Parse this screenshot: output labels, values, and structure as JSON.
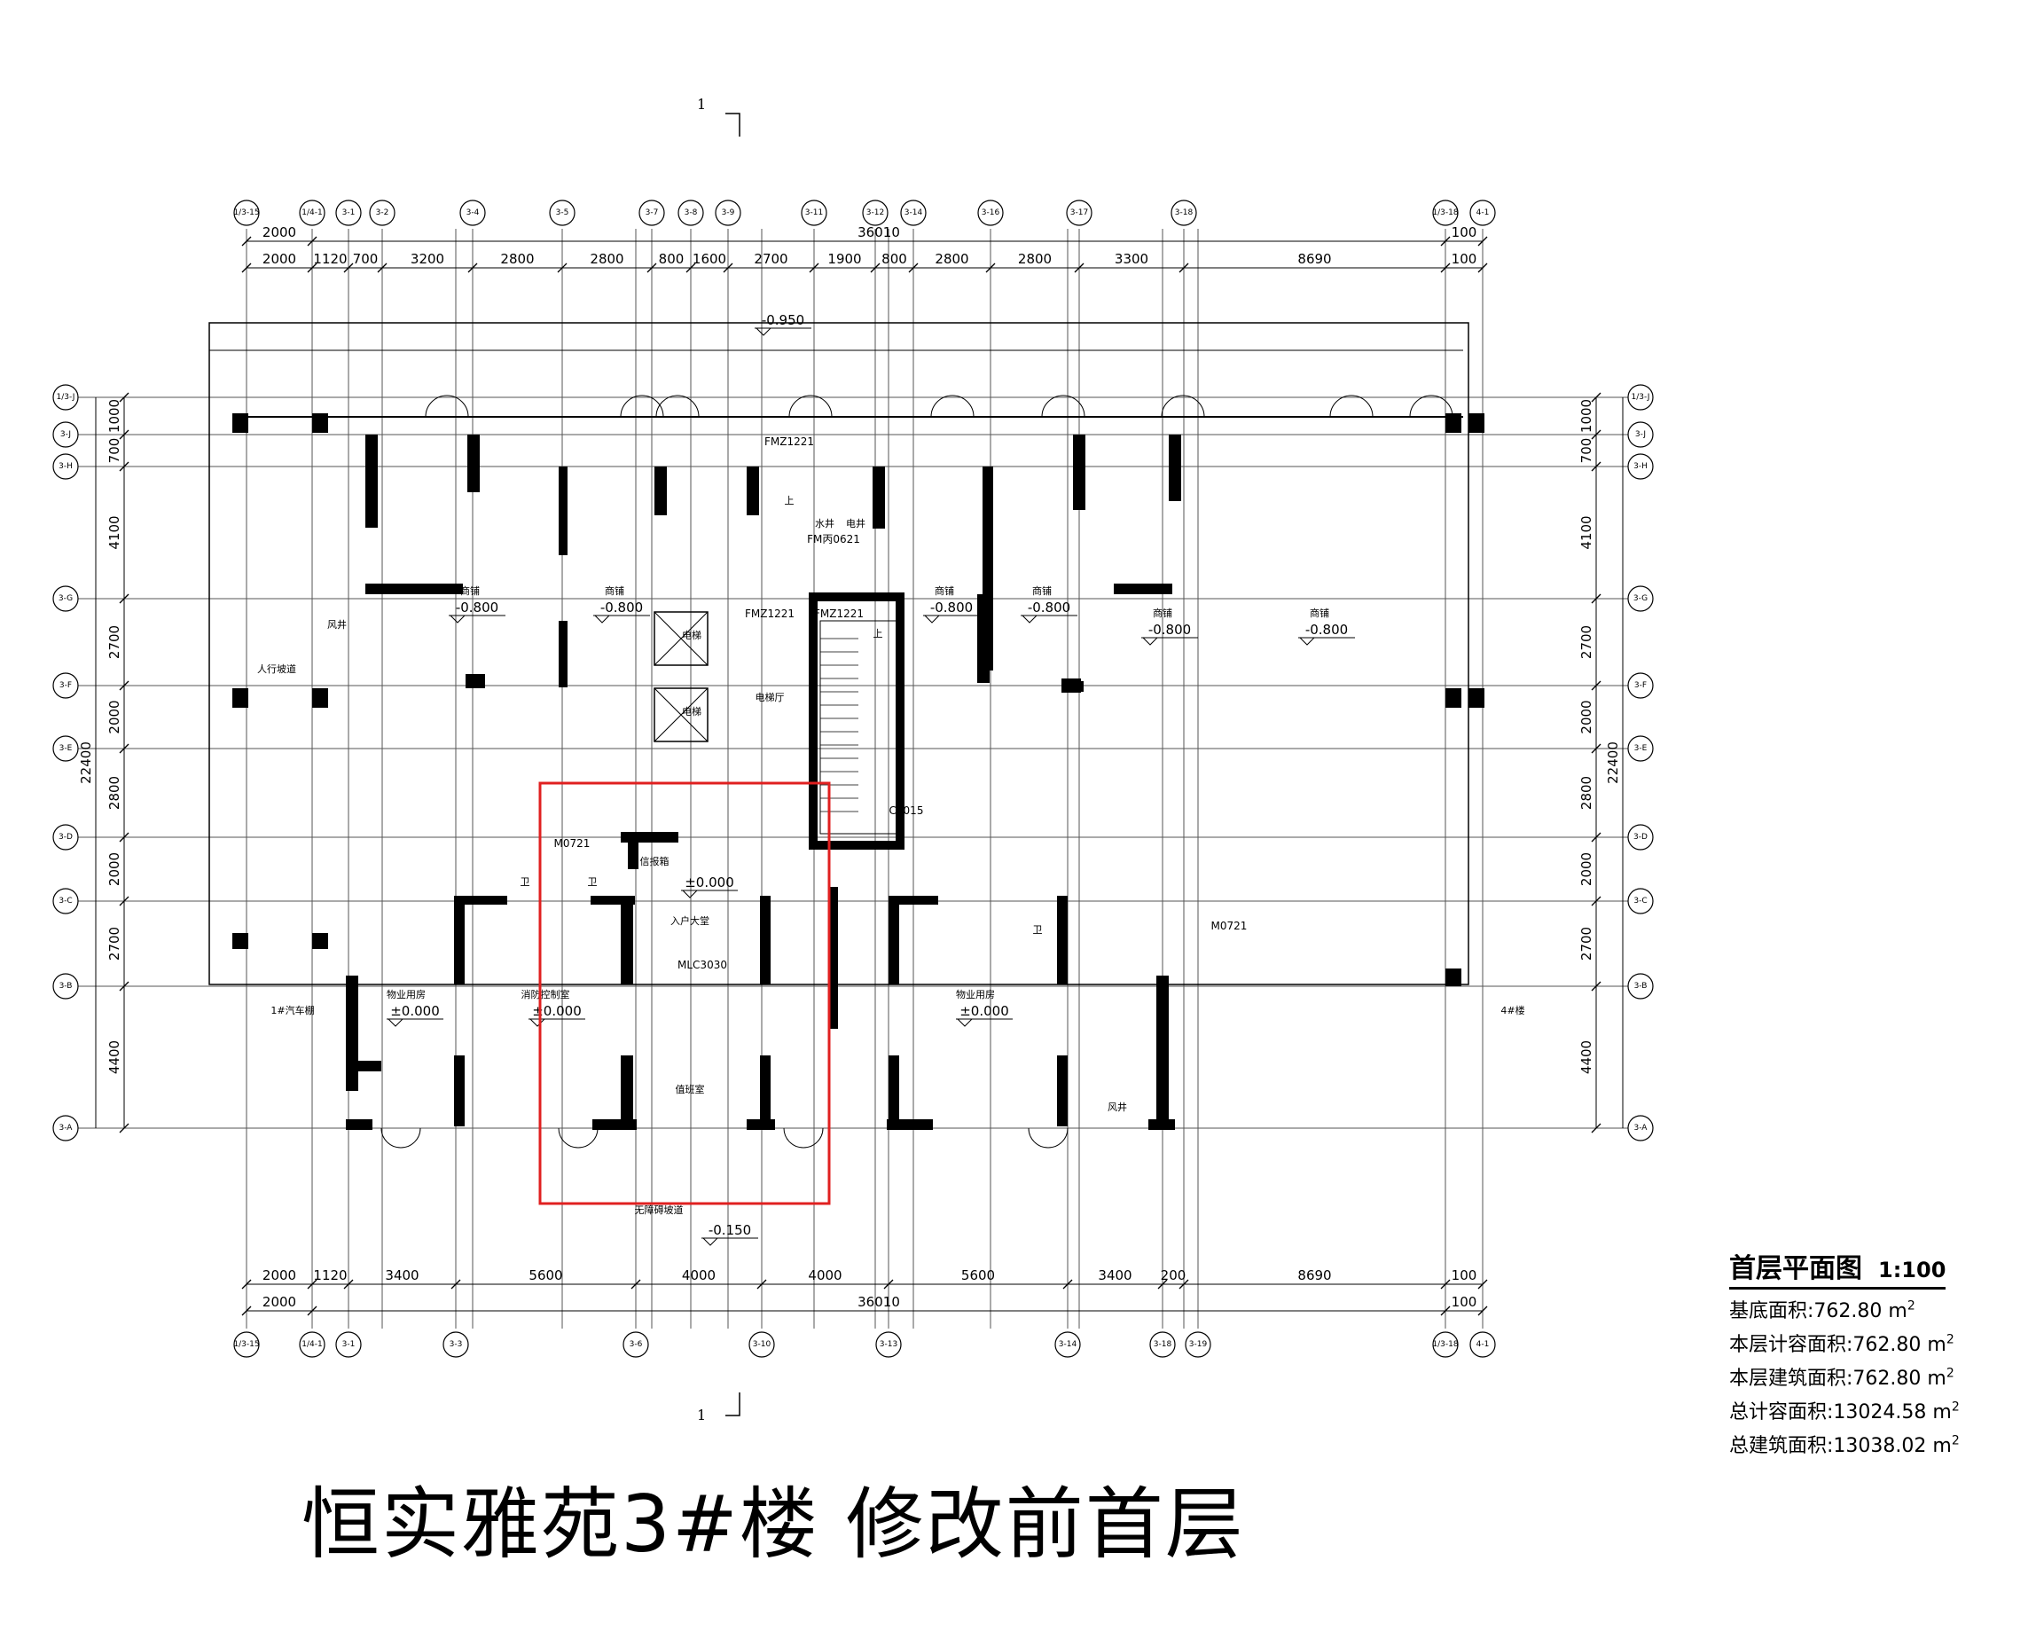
{
  "title": "恒实雅苑3#楼 修改前首层",
  "legend": {
    "drawing_title": "首层平面图",
    "scale": "1:100",
    "rows": [
      {
        "label": "基底面积:",
        "value": "762.80",
        "unit": "m",
        "sup": "2"
      },
      {
        "label": "本层计容面积:",
        "value": "762.80",
        "unit": "m",
        "sup": "2"
      },
      {
        "label": "本层建筑面积:",
        "value": "762.80",
        "unit": "m",
        "sup": "2"
      },
      {
        "label": "总计容面积:",
        "value": "13024.58",
        "unit": "m",
        "sup": "2"
      },
      {
        "label": "总建筑面积:",
        "value": "13038.02",
        "unit": "m",
        "sup": "2"
      }
    ]
  },
  "section_marks": [
    "1",
    "1"
  ],
  "top_axes": [
    "1/3-15",
    "1/4-1",
    "3-1",
    "3-2",
    "3-4",
    "3-5",
    "3-7",
    "3-8",
    "3-9",
    "3-11",
    "3-12",
    "3-14",
    "3-16",
    "3-17",
    "3-18",
    "1/3-18",
    "4-1"
  ],
  "bottom_axes": [
    "1/3-15",
    "1/4-1",
    "3-1",
    "3-3",
    "3-6",
    "3-10",
    "3-13",
    "3-14",
    "3-18",
    "3-19",
    "1/3-18",
    "4-1"
  ],
  "left_axes": [
    "1/3-J",
    "3-J",
    "3-H",
    "3-G",
    "3-F",
    "3-E",
    "3-D",
    "3-C",
    "3-B",
    "3-A"
  ],
  "right_axes": [
    "1/3-J",
    "3-J",
    "3-H",
    "3-G",
    "3-F",
    "3-E",
    "3-D",
    "3-C",
    "3-B",
    "3-A"
  ],
  "dims": {
    "top_total": [
      "2000",
      "36010",
      "100"
    ],
    "top_detail": [
      "2000",
      "1120",
      "700",
      "3200",
      "2800",
      "2800",
      "800",
      "1600",
      "2700",
      "1900",
      "800",
      "2800",
      "2800",
      "3300",
      "8690",
      "100"
    ],
    "bottom_detail": [
      "2000",
      "1120",
      "3400",
      "5600",
      "4000",
      "4000",
      "5600",
      "3400",
      "200",
      "8690",
      "100"
    ],
    "bottom_total": [
      "2000",
      "36010",
      "100"
    ],
    "vertical_detail": [
      "1000",
      "700",
      "4100",
      "2700",
      "2000",
      "2800",
      "2000",
      "2700",
      "4400"
    ],
    "vertical_total": "22400"
  },
  "elevations": {
    "outside_top": "-0.950",
    "shop": "-0.800",
    "zero": "±0.000",
    "outside_bottom": "-0.150"
  },
  "labels": {
    "shop": "商铺",
    "elevator_hall": "电梯厅",
    "elevator": "电梯",
    "lobby": "入户大堂",
    "mlc": "MLC3030",
    "duty": "值班室",
    "property": "物业用房",
    "fire_control": "消防控制室",
    "fm1": "FMZ1221",
    "fm_top": "FMZ1221",
    "m0721": "M0721",
    "c1015": "C1015",
    "fm_shaft": "FM丙0621",
    "water": "水井",
    "electric": "电井",
    "wind": "风井",
    "wc": "卫",
    "parking": "1#汽车棚",
    "parking4": "4#楼",
    "slope": "人行坡道",
    "mailbox": "信报箱",
    "ramp": "无障碍坡道",
    "up": "上"
  }
}
